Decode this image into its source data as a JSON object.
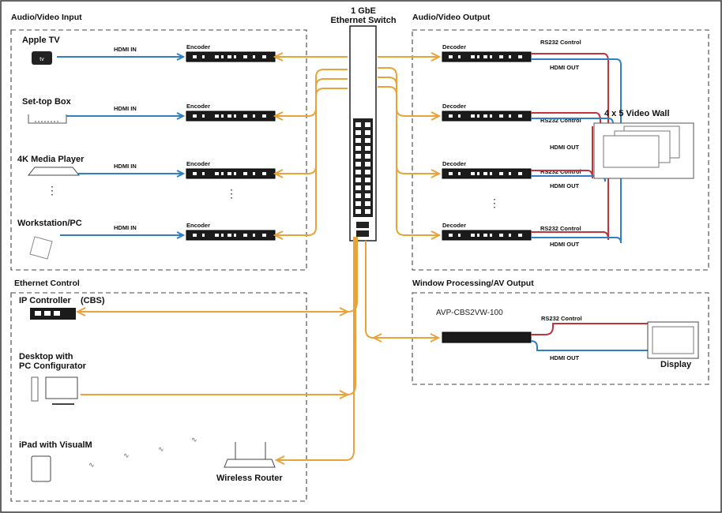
{
  "sections": {
    "av_input": "Audio/Video Input",
    "av_output": "Audio/Video Output",
    "ethernet_control": "Ethernet Control",
    "window_processing": "Window Processing/AV Output"
  },
  "switch": {
    "line1": "1 GbE",
    "line2": "Ethernet Switch"
  },
  "sources": [
    {
      "label": "Apple TV",
      "icon_text": "tv"
    },
    {
      "label": "Set-top Box"
    },
    {
      "label": "4K Media Player"
    },
    {
      "label": "Workstation/PC"
    }
  ],
  "hdmi_in": "HDMI IN",
  "hdmi_out": "HDMI OUT",
  "encoder": "Encoder",
  "decoder": "Decoder",
  "rs232": "RS232 Control",
  "video_wall": "4 x 5 Video Wall",
  "control": {
    "ip_controller": "IP Controller",
    "ip_controller_suffix": "(CBS)",
    "desktop_line1": "Desktop with",
    "desktop_line2": "PC Configurator",
    "ipad": "iPad with VisualM",
    "router": "Wireless Router"
  },
  "processor": {
    "model": "AVP-CBS2VW-100",
    "display": "Display"
  },
  "colors": {
    "hdmi": "#2f7fc2",
    "ethernet": "#e8a33a",
    "rs232": "#c0343a"
  }
}
